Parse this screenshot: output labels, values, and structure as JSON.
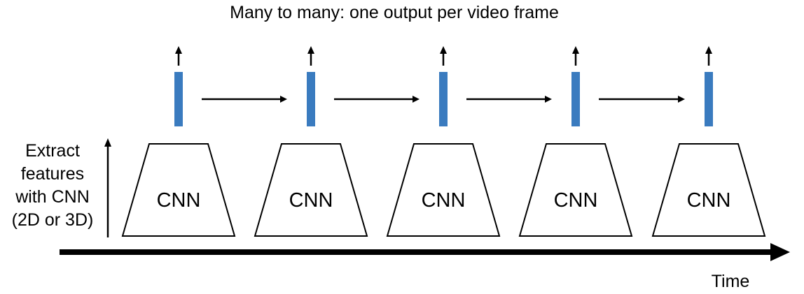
{
  "title": "Many to many: one output per video frame",
  "side_label": {
    "lines": [
      "Extract",
      "features",
      "with CNN",
      "(2D or 3D)"
    ]
  },
  "frames": [
    {
      "label": "CNN"
    },
    {
      "label": "CNN"
    },
    {
      "label": "CNN"
    },
    {
      "label": "CNN"
    },
    {
      "label": "CNN"
    }
  ],
  "time_label": "Time",
  "colors": {
    "feature_bar": "#3a7bbf",
    "lines": "#000000"
  }
}
